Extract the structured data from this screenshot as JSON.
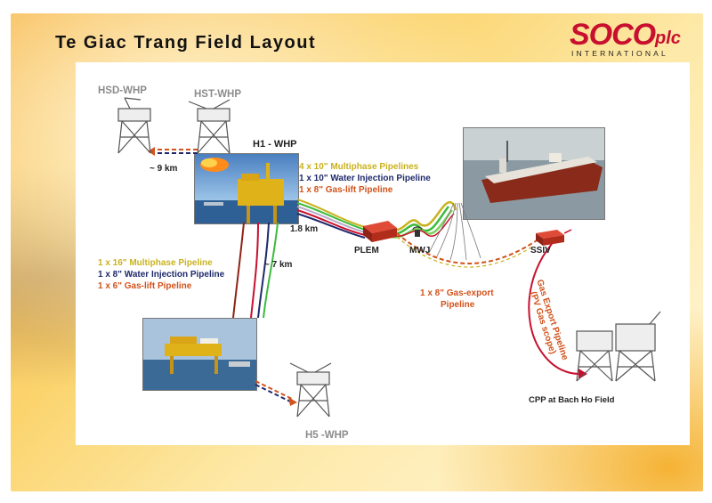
{
  "title": "Te Giac Trang Field Layout",
  "logo": {
    "main": "SOCO",
    "suffix": "plc",
    "sub": "INTERNATIONAL"
  },
  "platforms": {
    "hsd": "HSD-WHP",
    "hst": "HST-WHP",
    "h1": "H1 - WHP",
    "h5": "H5 -WHP",
    "cpp": "CPP at Bach Ho Field"
  },
  "distances": {
    "d9": "~ 9 km",
    "d18": "1.8 km",
    "d7": "~ 7 km"
  },
  "h1_pipelines": {
    "multiphase": "4 x 10\" Multiphase Pipelines",
    "water": "1 x 10\" Water Injection Pipeline",
    "gaslift": "1 x 8\" Gas-lift Pipeline"
  },
  "h5_pipelines": {
    "multiphase": "1 x 16\" Multiphase Pipeline",
    "water": "1 x 8\" Water Injection Pipeline",
    "gaslift": "1 x 6\" Gas-lift Pipeline"
  },
  "nodes": {
    "plem": "PLEM",
    "mwj": "MWJ",
    "ssiv": "SSIV"
  },
  "gas_export": {
    "line1": "1 x 8\" Gas-export",
    "line2": "Pipeline"
  },
  "gas_export_scope": {
    "line1": "Gas Export Pipeline",
    "line2": "(PV Gas scope)"
  },
  "colors": {
    "multiphase": "#c9b21e",
    "water": "#1f2a6b",
    "gaslift": "#d2521b",
    "green": "#3dbb3d",
    "red": "#c8102e"
  }
}
